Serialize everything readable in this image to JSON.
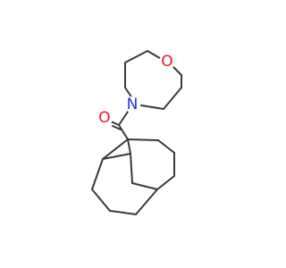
{
  "molecule": {
    "atoms": [
      {
        "symbol": "O",
        "color": "#e8191c"
      },
      {
        "symbol": "N",
        "color": "#2732d6"
      },
      {
        "symbol": "O",
        "color": "#e8191c"
      }
    ]
  },
  "colors": {
    "bond": "#3a3a3a",
    "background": "#ffffff"
  }
}
